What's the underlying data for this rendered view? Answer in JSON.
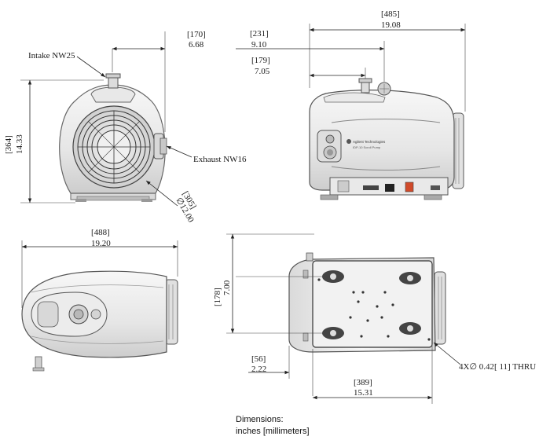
{
  "labels": {
    "intake": "Intake NW25",
    "exhaust": "Exhaust NW16",
    "mount_holes": "4X∅ 0.42[ 11] THRU",
    "brand_1": "Agilent Technologies",
    "brand_2": "IDP-10 Scroll Pump"
  },
  "dimensions": {
    "front_offset_mm": "[170]",
    "front_offset_in": "6.68",
    "front_height_mm": "[364]",
    "front_height_in": "14.33",
    "front_dia_mm": "[305]",
    "front_dia_in": "∅12.00",
    "side_length_mm": "[485]",
    "side_length_in": "19.08",
    "side_231_mm": "[231]",
    "side_231_in": "9.10",
    "side_179_mm": "[179]",
    "side_179_in": "7.05",
    "top_length_mm": "[488]",
    "top_length_in": "19.20",
    "bottom_height_mm": "[178]",
    "bottom_height_in": "7.00",
    "bottom_56_mm": "[56]",
    "bottom_56_in": "2.22",
    "bottom_389_mm": "[389]",
    "bottom_389_in": "15.31"
  },
  "footer": {
    "title": "Dimensions:",
    "units": "inches [millimeters]"
  }
}
